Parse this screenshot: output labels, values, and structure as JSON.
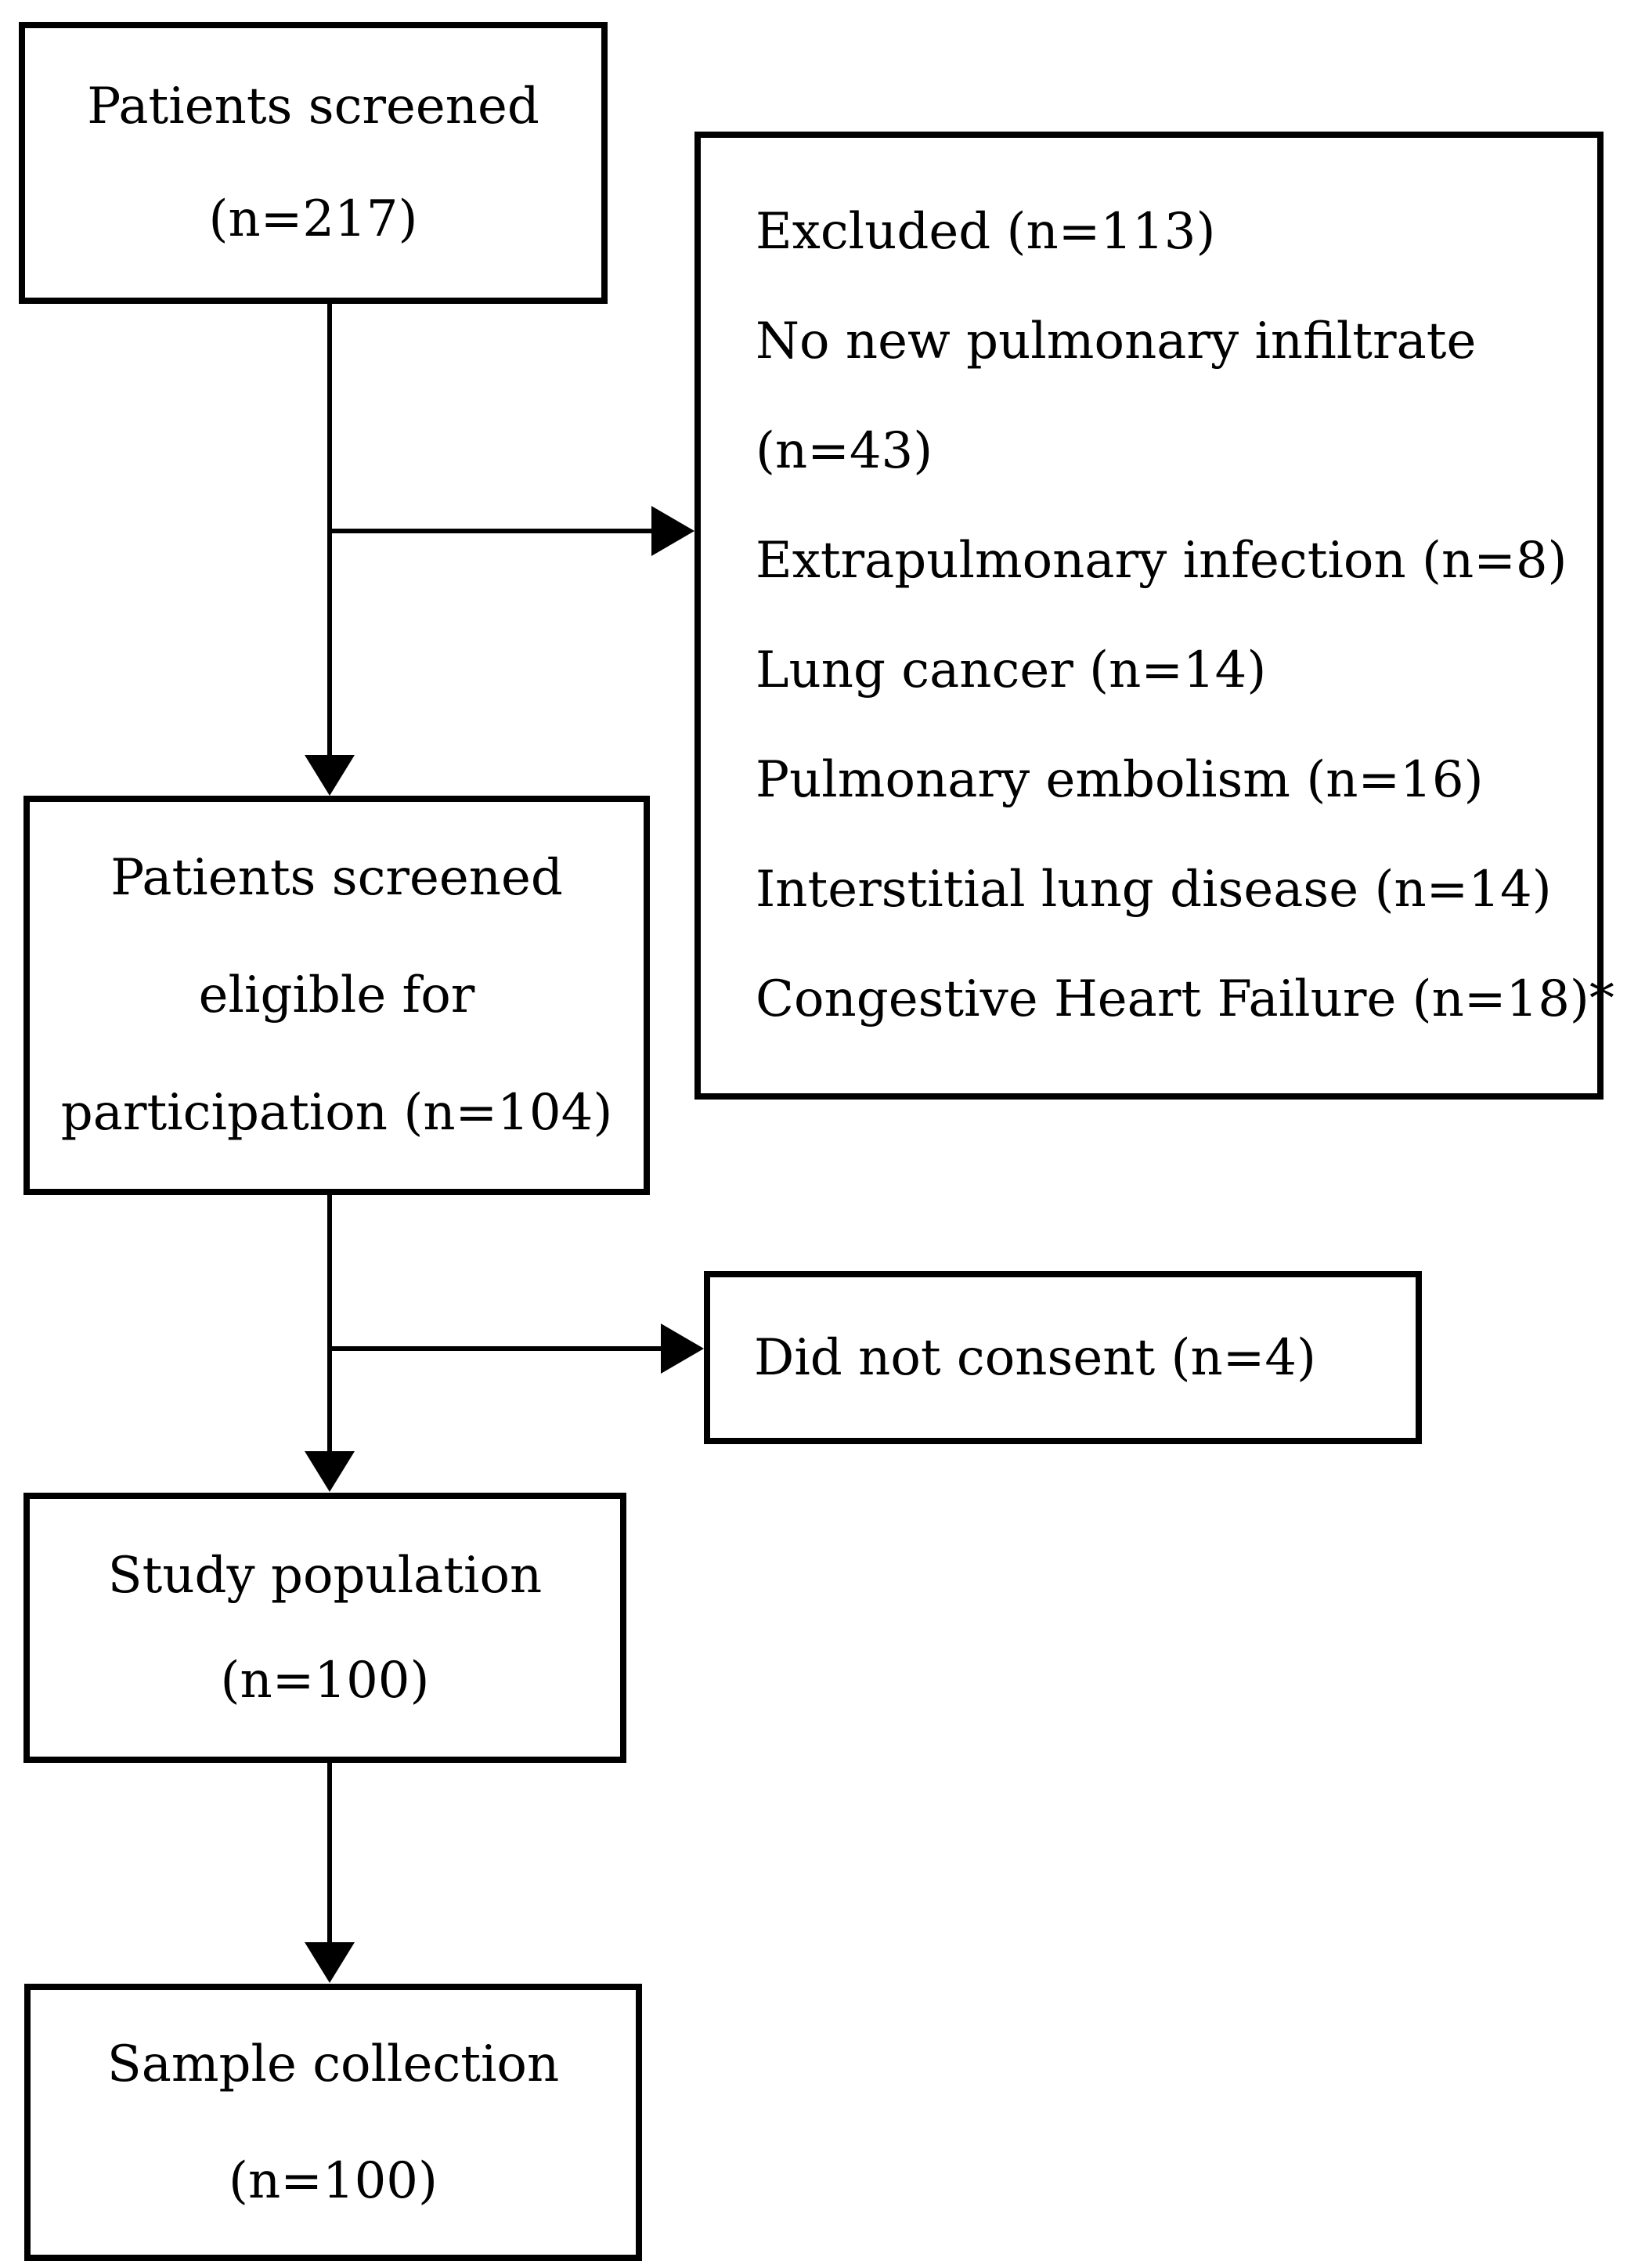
{
  "figure": {
    "type": "patient-flow-diagram",
    "colors": {
      "line": "#000000",
      "text": "#000000",
      "background": "#ffffff"
    },
    "boxes": {
      "screened": {
        "lines": [
          "Patients screened",
          "(n=217)"
        ]
      },
      "excluded": {
        "lines": [
          "Excluded (n=113)",
          "No new pulmonary infiltrate",
          "(n=43)",
          "Extrapulmonary infection (n=8)",
          "Lung cancer (n=14)",
          "Pulmonary embolism (n=16)",
          "Interstitial lung disease (n=14)",
          "Congestive Heart Failure (n=18)*"
        ]
      },
      "eligible": {
        "lines": [
          "Patients screened",
          "eligible for",
          "participation (n=104)"
        ]
      },
      "consent": {
        "lines": [
          "Did not consent (n=4)"
        ]
      },
      "study": {
        "lines": [
          "Study population",
          "(n=100)"
        ]
      },
      "sample": {
        "lines": [
          "Sample collection",
          "(n=100)"
        ]
      }
    }
  }
}
